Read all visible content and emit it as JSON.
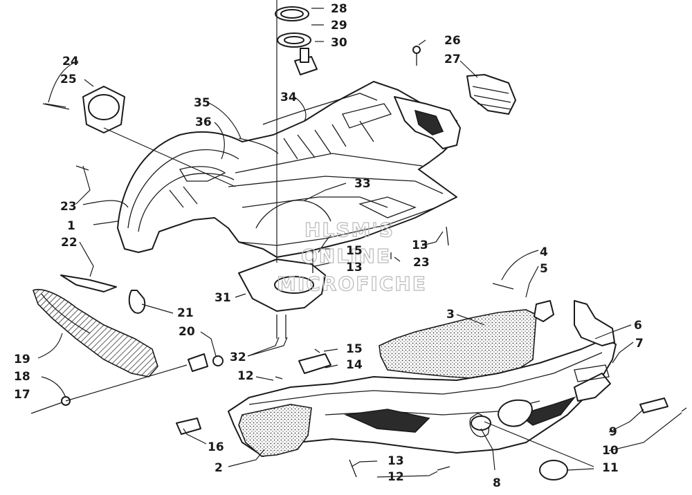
{
  "watermark": [
    "HLSM'S",
    "ONLINE",
    "MICROFICHE"
  ],
  "callouts": [
    "1",
    "2",
    "3",
    "4",
    "5",
    "6",
    "7",
    "8",
    "9",
    "10",
    "11",
    "12",
    "12",
    "13",
    "13",
    "13",
    "14",
    "15",
    "15",
    "16",
    "17",
    "18",
    "19",
    "20",
    "21",
    "22",
    "23",
    "23",
    "24",
    "25",
    "26",
    "27",
    "28",
    "29",
    "30",
    "31",
    "32",
    "33",
    "34",
    "35",
    "36"
  ],
  "labels": {
    "c1": "1",
    "c2": "2",
    "c3": "3",
    "c4": "4",
    "c5": "5",
    "c6": "6",
    "c7": "7",
    "c8": "8",
    "c9": "9",
    "c10": "10",
    "c11": "11",
    "c12a": "12",
    "c12b": "12",
    "c13a": "13",
    "c13b": "13",
    "c13c": "13",
    "c14": "14",
    "c15a": "15",
    "c15b": "15",
    "c16": "16",
    "c17": "17",
    "c18": "18",
    "c19": "19",
    "c20": "20",
    "c21": "21",
    "c22": "22",
    "c23a": "23",
    "c23b": "23",
    "c24": "24",
    "c25": "25",
    "c26": "26",
    "c27": "27",
    "c28": "28",
    "c29": "29",
    "c30": "30",
    "c31": "31",
    "c32": "32",
    "c33": "33",
    "c34": "34",
    "c35": "35",
    "c36": "36"
  }
}
